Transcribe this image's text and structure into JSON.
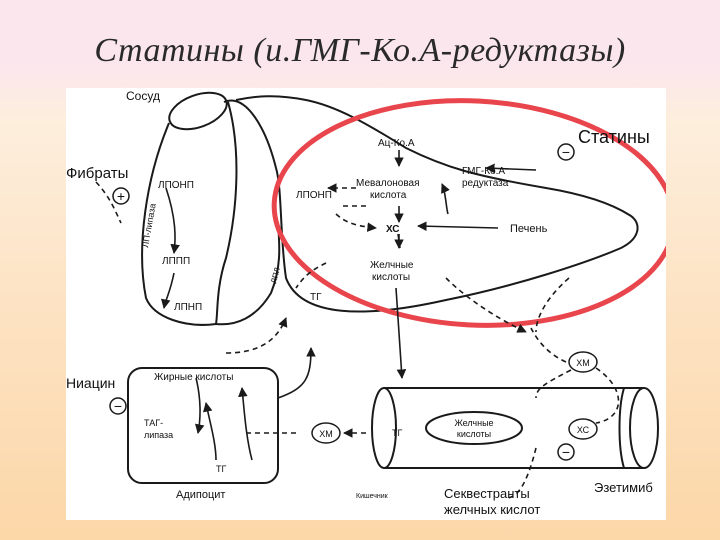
{
  "title": "Статины (и.ГМГ-Ко.А-редуктазы)",
  "labels": {
    "vessel": "Сосуд",
    "statins": "Статины",
    "fibrates": "Фибраты",
    "lp_lipase": "ЛП-липаза",
    "vldl_1": "ЛПОНП",
    "idl": "ЛППП",
    "ldl": "ЛПНП",
    "vldl_2": "ЛПОНП",
    "acetyl_coa": "Ац-Ко.А",
    "mevalonic_1": "Мевалоновая",
    "mevalonic_2": "кислота",
    "hmg_1": "ГМГ-Ко.А",
    "hmg_2": "редуктаза",
    "cholesterol": "ХС",
    "liver": "Печень",
    "bile_acids_1": "Желчные",
    "bile_acids_2": "кислоты",
    "tg_liver": "ТГ",
    "lpl_small": "ЛПЛ",
    "niacin": "Ниацин",
    "fatty_acids": "Жирные кислоты",
    "tag_lipase_1": "ТАГ-",
    "tag_lipase_2": "липаза",
    "tg_adipo": "ТГ",
    "adipocyte": "Адипоцит",
    "chm_1": "ХМ",
    "chm_2": "ХМ",
    "tg_gut": "ТГ",
    "gut_bile_1": "Желчные",
    "gut_bile_2": "кислоты",
    "chs_gut": "ХС",
    "intestine": "Кишечник",
    "ezetimibe": "Эзетимиб",
    "sequestrants_1": "Секвестранты",
    "sequestrants_2": "желчных кислот",
    "plus": "+",
    "minus": "−"
  },
  "colors": {
    "highlight_ellipse": "#e8464c",
    "lines": "#1a1a1a",
    "title": "#2a2a2a"
  }
}
